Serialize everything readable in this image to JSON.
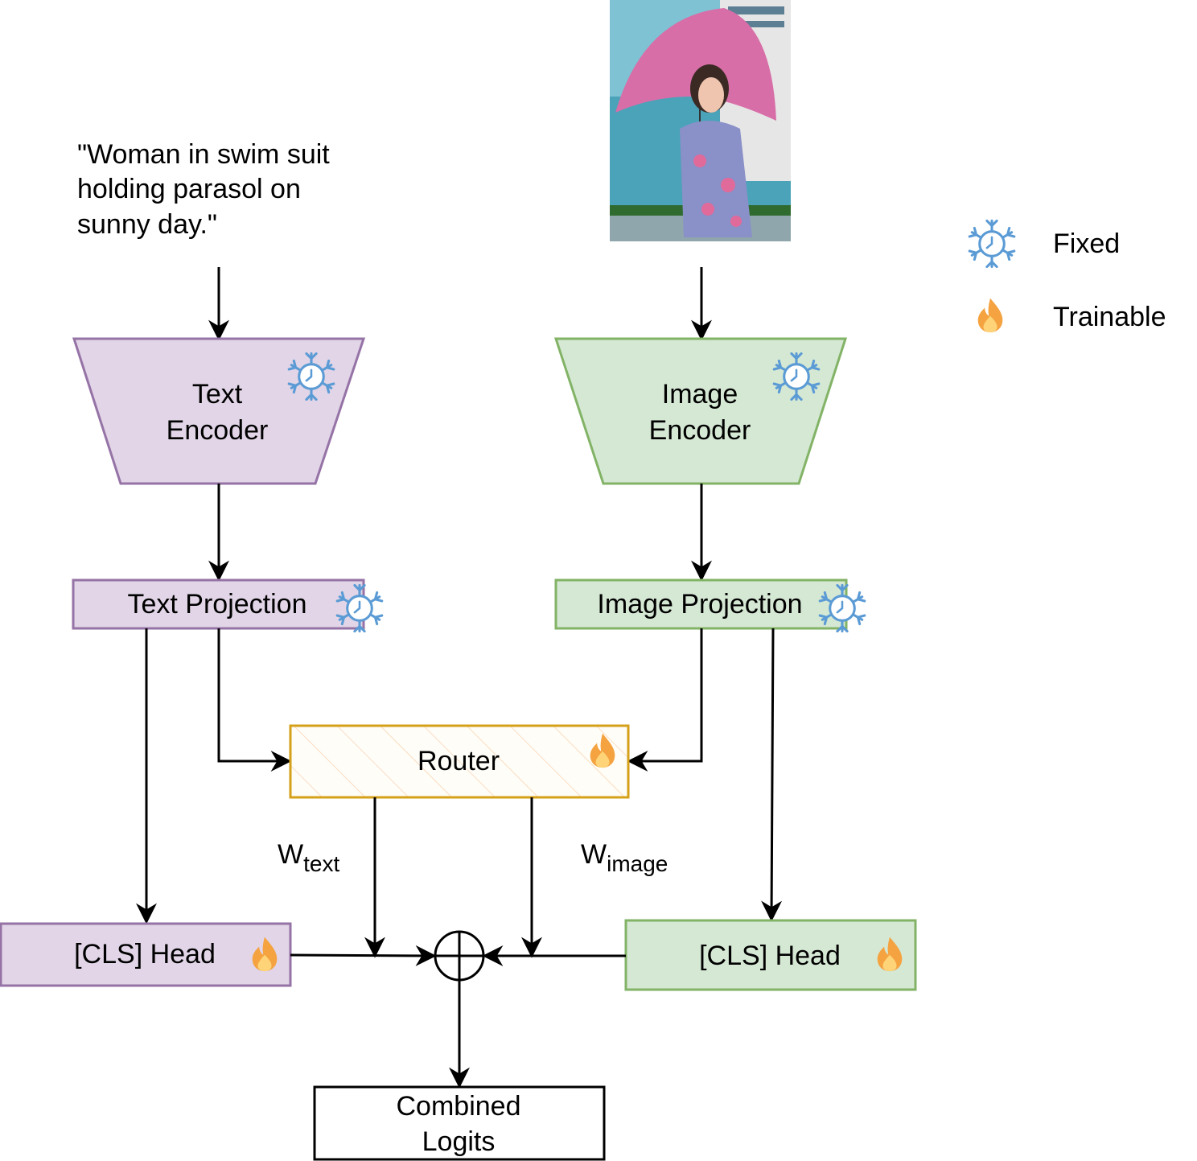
{
  "caption": {
    "line1": "\"Woman in swim suit",
    "line2": "holding parasol on",
    "line3": "sunny day.\""
  },
  "legend": {
    "fixed_label": "Fixed",
    "fixed_icon": "snowflake-icon",
    "trainable_label": "Trainable",
    "trainable_icon": "flame-icon"
  },
  "text_encoder": {
    "line1": "Text",
    "line2": "Encoder"
  },
  "image_encoder": {
    "line1": "Image",
    "line2": "Encoder"
  },
  "text_projection": {
    "label": "Text Projection"
  },
  "image_projection": {
    "label": "Image Projection"
  },
  "router": {
    "label": "Router"
  },
  "weights": {
    "text_base": "W",
    "text_sub": "text",
    "image_base": "W",
    "image_sub": "image"
  },
  "text_cls_head": {
    "label": "[CLS] Head"
  },
  "image_cls_head": {
    "label": "[CLS] Head"
  },
  "combined": {
    "line1": "Combined",
    "line2": "Logits"
  },
  "colors": {
    "text_fill": "#e1d5e7",
    "text_stroke": "#9673a6",
    "image_fill": "#d5e8d4",
    "image_stroke": "#82b366",
    "router_fill": "#fffdf8",
    "router_stroke": "#d6a11a",
    "router_hatch": "#f9d3b0",
    "snowflake": "#5b9bd5",
    "flame_outer": "#f4a340",
    "flame_inner": "#ffd479"
  }
}
